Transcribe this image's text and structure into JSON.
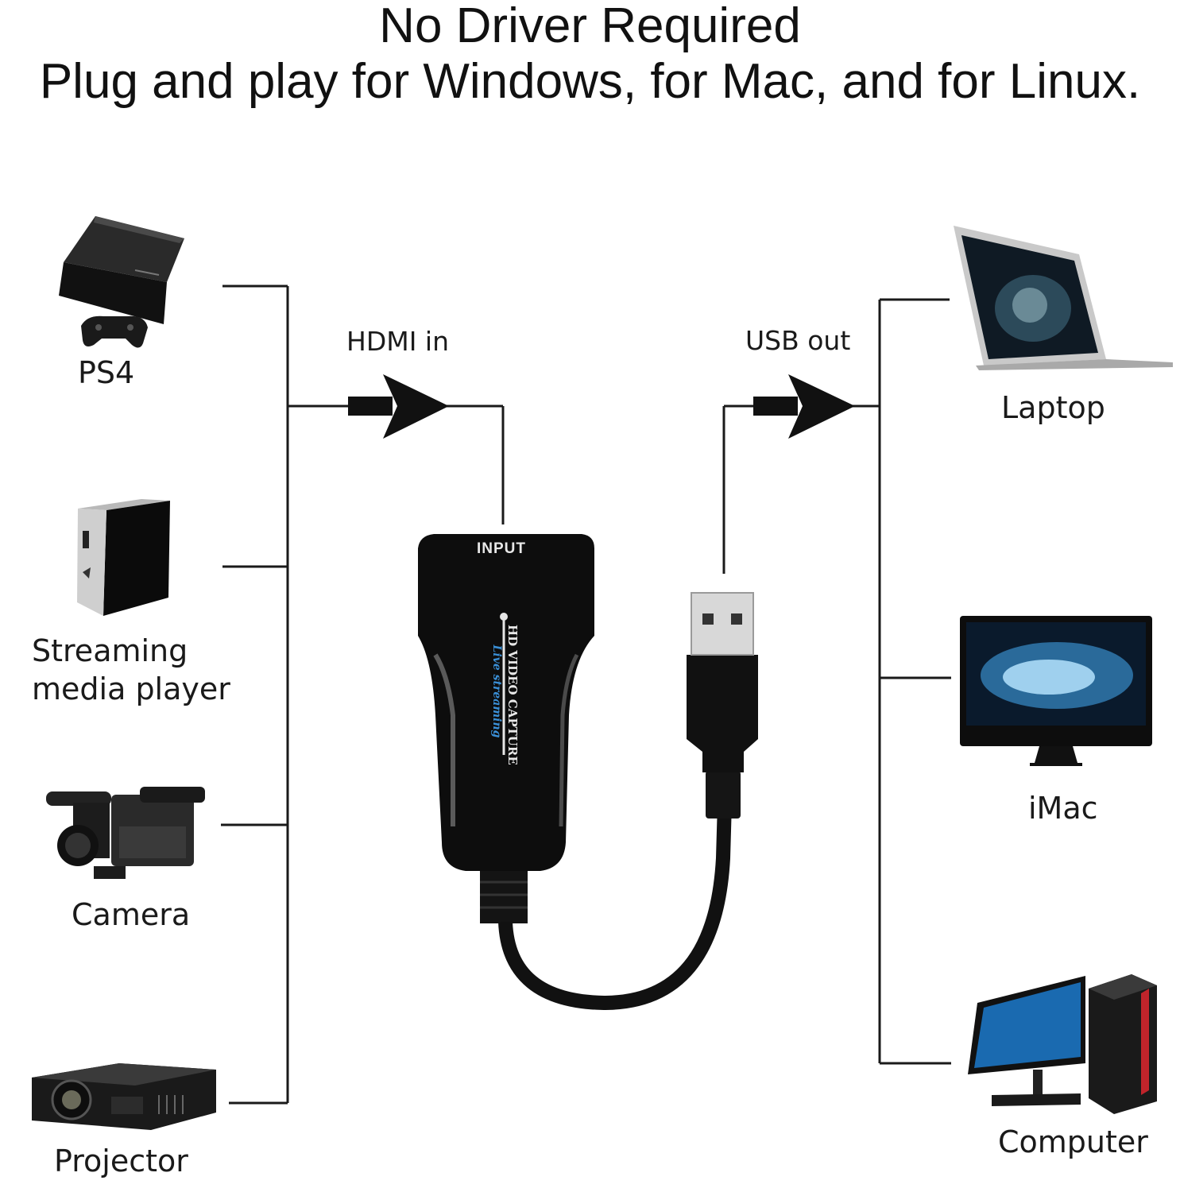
{
  "headline": {
    "line1": "No Driver Required",
    "line2": "Plug and play for Windows, for Mac, and for Linux."
  },
  "flow": {
    "input_label": "HDMI in",
    "output_label": "USB out"
  },
  "device": {
    "port_label": "INPUT",
    "brand_line1": "HD VIDEO CAPTURE",
    "brand_line2": "Live streaming"
  },
  "sources": [
    {
      "label": "PS4",
      "icon": "game-console-icon"
    },
    {
      "label": "Streaming\nmedia player",
      "icon": "media-player-icon"
    },
    {
      "label": "Camera",
      "icon": "video-camera-icon"
    },
    {
      "label": "Projector",
      "icon": "projector-icon"
    }
  ],
  "targets": [
    {
      "label": "Laptop",
      "icon": "laptop-icon"
    },
    {
      "label": "iMac",
      "icon": "imac-icon"
    },
    {
      "label": "Computer",
      "icon": "desktop-computer-icon"
    }
  ],
  "colors": {
    "line": "#1a1a1a",
    "device_body": "#0d0d0d",
    "brand_blue": "#3a8fd6"
  }
}
